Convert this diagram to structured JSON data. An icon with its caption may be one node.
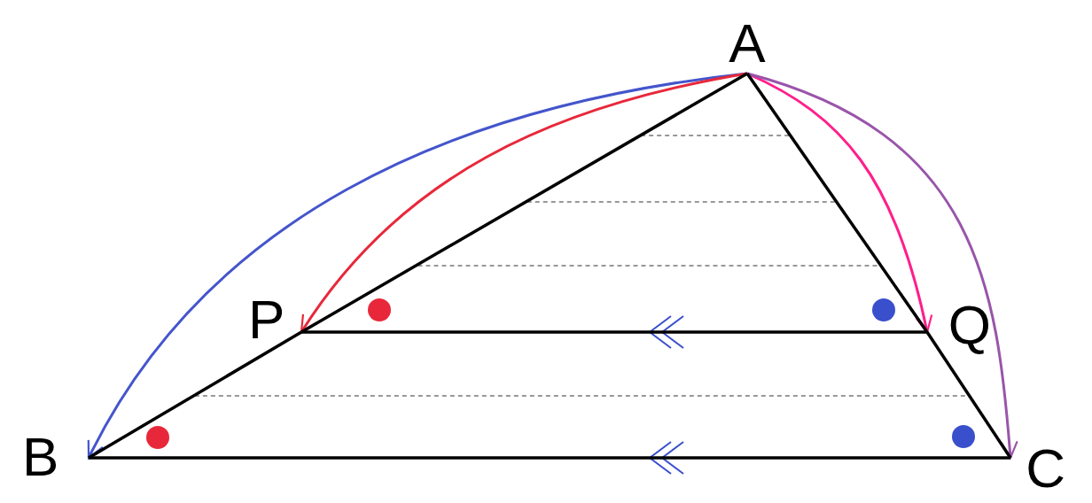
{
  "diagram": {
    "nodes": [
      {
        "text": [
          "A"
        ]
      },
      {
        "text": [
          "P"
        ]
      },
      {
        "text": [
          "Q"
        ]
      },
      {
        "text": [
          "B"
        ]
      },
      {
        "text": [
          "C"
        ]
      }
    ],
    "edges": [
      {
        "from": 0,
        "to": 3,
        "arrow": "to",
        "color": "#4455cc"
      },
      {
        "from": 0,
        "to": 1,
        "arrow": "to",
        "color": "#e8283a"
      },
      {
        "from": 0,
        "to": 2,
        "arrow": "to",
        "color": "#ff1f8a"
      },
      {
        "from": 0,
        "to": 4,
        "arrow": "to",
        "color": "#9955aa"
      },
      {
        "from": 0,
        "to": 1,
        "arrow": "none"
      },
      {
        "from": 1,
        "to": 3,
        "arrow": "none"
      },
      {
        "from": 0,
        "to": 2,
        "arrow": "none"
      },
      {
        "from": 2,
        "to": 4,
        "arrow": "none"
      },
      {
        "from": 2,
        "to": 1,
        "arrow": "none"
      },
      {
        "from": 4,
        "to": 3,
        "arrow": "none"
      }
    ]
  }
}
